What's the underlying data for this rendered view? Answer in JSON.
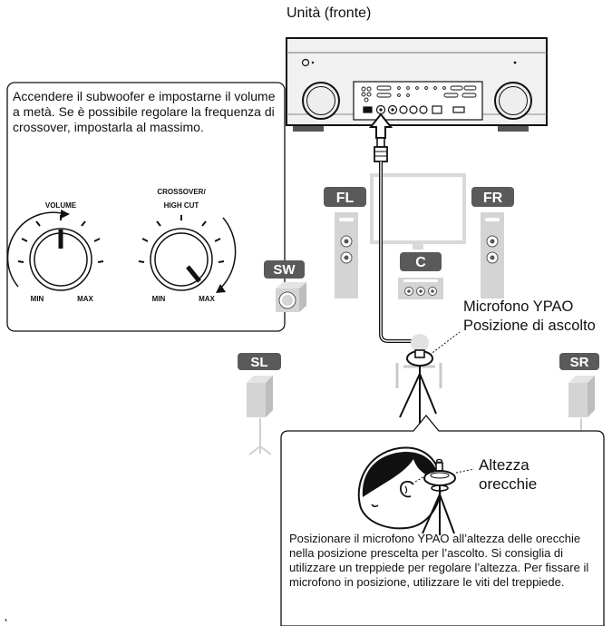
{
  "unit_label": "Unità (fronte)",
  "subwoofer_note": "Accendere il subwoofer e impostarne il volume a metà. Se è possibile regolare la frequenza di crossover, impostarla al massimo.",
  "knobs": {
    "volume": {
      "title": "VOLUME",
      "min": "MIN",
      "max": "MAX",
      "setting": "half"
    },
    "crossover": {
      "title_line1": "CROSSOVER/",
      "title_line2": "HIGH CUT",
      "min": "MIN",
      "max": "MAX",
      "setting": "maximum"
    }
  },
  "speakers": {
    "front_left": "FL",
    "front_right": "FR",
    "center": "C",
    "subwoofer": "SW",
    "surround_left": "SL",
    "surround_right": "SR"
  },
  "microphone_label": {
    "line1": "Microfono YPAO",
    "line2": "Posizione di ascolto"
  },
  "ear_height_label": {
    "line1": "Altezza",
    "line2": "orecchie"
  },
  "placement_note": "Posizionare il microfono YPAO all’altezza delle orecchie nella posizione prescelta per l’ascolto. Si consiglia di utilizzare un treppiede per regolare l’altezza. Per fissare il microfono in posizione, utilizzare le viti del treppiede.",
  "colors": {
    "badge": "#5a5a5a",
    "speaker_body": "#d4d4d4",
    "line": "#111111",
    "tv_frame": "#d9d9d9"
  }
}
